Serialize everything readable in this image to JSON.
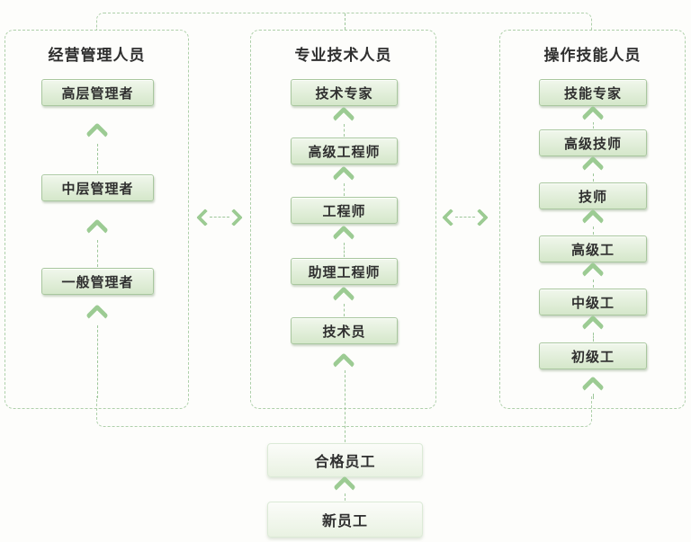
{
  "columns": [
    {
      "title": "经营管理人员",
      "levels": [
        "高层管理者",
        "中层管理者",
        "一般管理者"
      ]
    },
    {
      "title": "专业技术人员",
      "levels": [
        "技术专家",
        "高级工程师",
        "工程师",
        "助理工程师",
        "技术员"
      ]
    },
    {
      "title": "操作技能人员",
      "levels": [
        "技能专家",
        "高级技师",
        "技师",
        "高级工",
        "中级工",
        "初级工"
      ]
    }
  ],
  "base_levels": [
    "合格员工",
    "新员工"
  ],
  "colors": {
    "box_border": "#a9c79f",
    "box_fill_top": "#f1f7ec",
    "box_fill_bottom": "#d5e7ca",
    "arrow": "#9ccb93",
    "dashed_line": "#9ec79a",
    "column_border": "#aed0aa",
    "text": "#2f2f2f",
    "base_box_border": "#dcead7",
    "base_box_fill_top": "#fbfcf9",
    "base_box_fill_bottom": "#e9f2e2"
  }
}
